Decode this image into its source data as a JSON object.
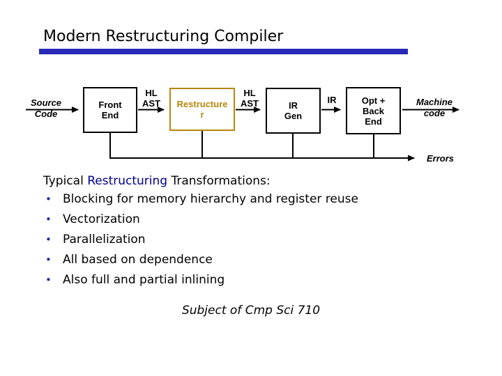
{
  "slide": {
    "title": "Modern Restructuring Compiler",
    "accent_bar_color": "#2929b8"
  },
  "diagram": {
    "source_label": {
      "line1": "Source",
      "line2": "Code"
    },
    "machine_label": {
      "line1": "Machine",
      "line2": "code"
    },
    "hl_ast_1": {
      "line1": "HL",
      "line2": "AST"
    },
    "hl_ast_2": {
      "line1": "HL",
      "line2": "AST"
    },
    "ir_label": "IR",
    "errors_label": "Errors",
    "boxes": {
      "front_end": {
        "line1": "Front",
        "line2": "End"
      },
      "restructurer": {
        "line1": "Restructure",
        "line2": "r",
        "accent_color": "#b8860b"
      },
      "ir_gen": {
        "line1": "IR",
        "line2": "Gen"
      },
      "opt_back_end": {
        "line1": "Opt +",
        "line2": "Back",
        "line3": "End"
      }
    }
  },
  "body": {
    "heading_prefix": "Typical ",
    "heading_highlight": "Restructuring",
    "heading_suffix": " Transformations:",
    "highlight_color": "#00008b",
    "bullet_glyph": "•",
    "bullets": [
      "Blocking for memory hierarchy and register reuse",
      "Vectorization",
      "Parallelization",
      "All based on dependence",
      "Also full and partial inlining"
    ],
    "footer": "Subject of Cmp Sci 710"
  }
}
